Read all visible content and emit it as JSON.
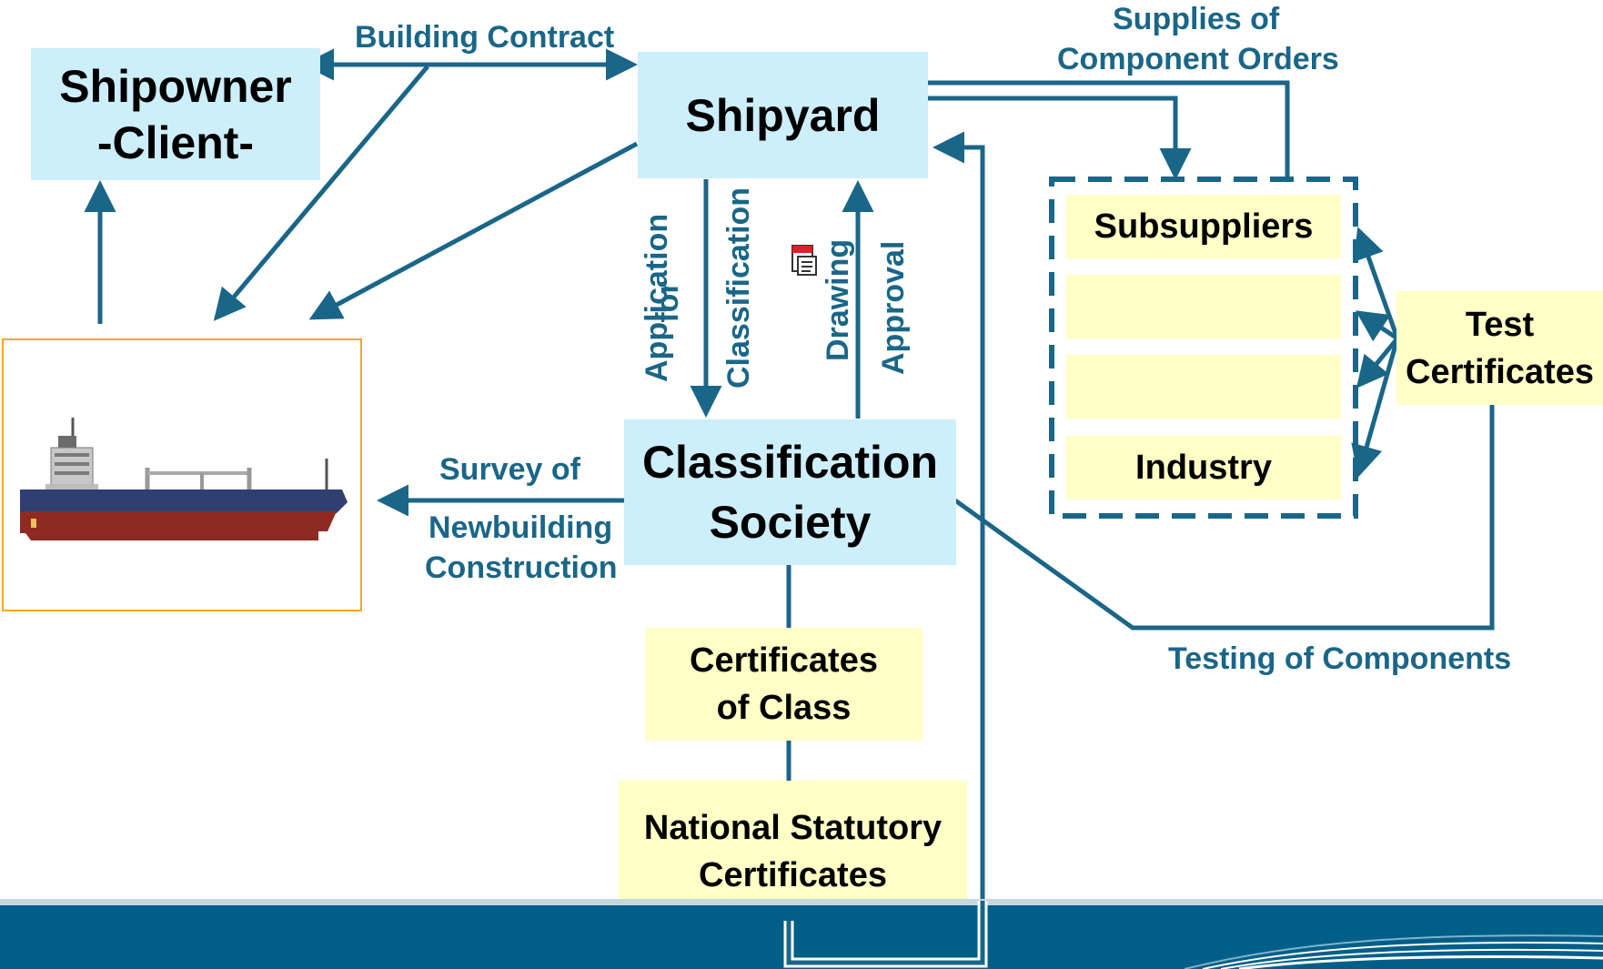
{
  "colors": {
    "line": "#1a6688",
    "blue_box": "#cdeefb",
    "yellow_box": "#ffffc6",
    "footer": "#005f89",
    "ship_border": "#f5a623"
  },
  "nodes": {
    "shipowner": {
      "line1": "Shipowner",
      "line2": "-Client-"
    },
    "shipyard": {
      "label": "Shipyard"
    },
    "classification_society": {
      "line1": "Classification",
      "line2": "Society"
    },
    "certificates_of_class": {
      "line1": "Certificates",
      "line2": "of Class"
    },
    "national_statutory": {
      "line1": "National Statutory",
      "line2": "Certificates"
    },
    "subsuppliers": {
      "label": "Subsuppliers"
    },
    "industry": {
      "label": "Industry"
    },
    "test_certificates": {
      "line1": "Test",
      "line2": "Certificates"
    }
  },
  "edge_labels": {
    "building_contract": "Building Contract",
    "supplies_line1": "Supplies of",
    "supplies_line2": "Component Orders",
    "application_line1": "Application",
    "application_line2": "for",
    "application_line3": "Classification",
    "drawing": "Drawing",
    "approval": "Approval",
    "survey_line1": "Survey of",
    "survey_line2": "Newbuilding",
    "survey_line3": "Construction",
    "testing": "Testing of Components"
  },
  "icons": {
    "ship": "cargo-ship-illustration",
    "document": "document-icon"
  }
}
